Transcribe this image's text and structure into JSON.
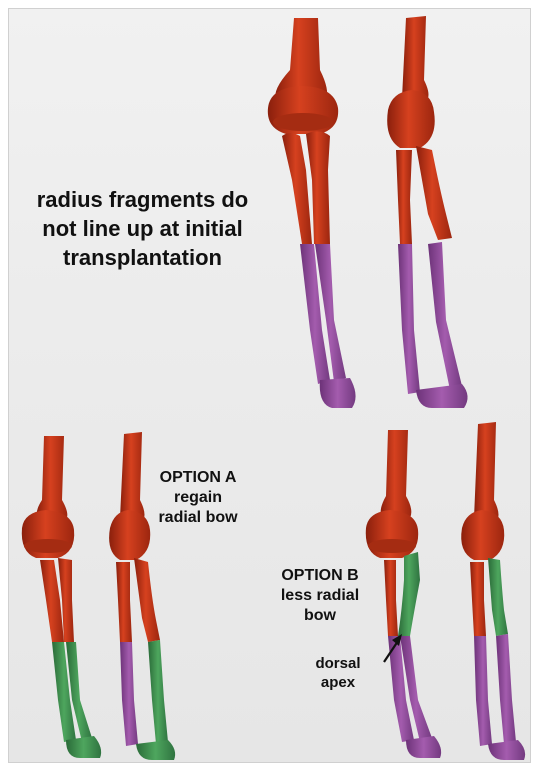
{
  "caption": {
    "line1": "radius fragments do",
    "line2": "not line up at initial",
    "line3": "transplantation"
  },
  "option_a": {
    "title": "OPTION A",
    "line1": "regain",
    "line2": "radial bow"
  },
  "option_b": {
    "title": "OPTION B",
    "line1": "less radial",
    "line2": "bow"
  },
  "annotation": {
    "line1": "dorsal",
    "line2": "apex"
  },
  "colors": {
    "host_bone": "#c8391c",
    "donor_bone": "#8e4a9a",
    "graft_bone": "#3e8a4e",
    "background": "#ececec"
  }
}
